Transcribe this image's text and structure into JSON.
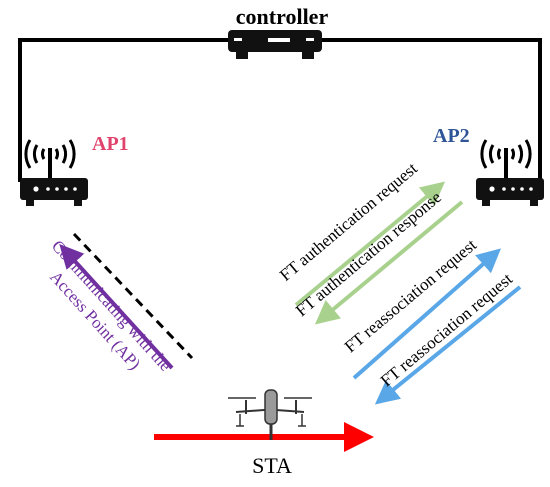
{
  "controller": {
    "label": "controller"
  },
  "ap1": {
    "label": "AP1",
    "color": "#e0436b",
    "icon": "wireless-router-icon"
  },
  "ap2": {
    "label": "AP2",
    "color": "#2f5597",
    "icon": "wireless-router-icon"
  },
  "sta": {
    "label": "STA",
    "icon": "drone-icon",
    "arrow_color": "#ff0000"
  },
  "left_link": {
    "text_line1": "Communicating with the",
    "text_line2": "Access Point (AP)",
    "color": "#7030a0"
  },
  "messages": [
    {
      "text": "FT authentication request",
      "color": "#a9d18e"
    },
    {
      "text": "FT authentication response",
      "color": "#a9d18e"
    },
    {
      "text": "FT reassociation request",
      "color": "#5aa7e8"
    },
    {
      "text": "FT reassociation request",
      "color": "#5aa7e8"
    }
  ],
  "wire_color": "#000000"
}
